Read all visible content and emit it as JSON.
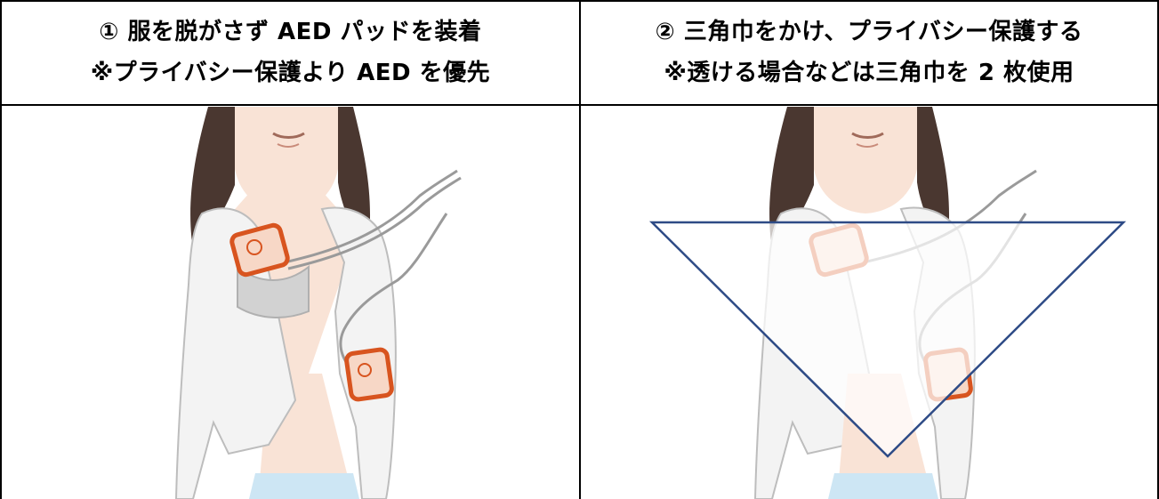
{
  "panels": [
    {
      "title_line1": "① 服を脱がさず AED パッドを装着",
      "title_line2": "※プライバシー保護より AED を優先",
      "image_alt": "pads-applied-illustration"
    },
    {
      "title_line1": "② 三角巾をかけ、プライバシー保護する",
      "title_line2": "※透ける場合などは三角巾を 2 枚使用",
      "image_alt": "triangle-cloth-illustration"
    }
  ],
  "colors": {
    "pad_orange": "#d8541f",
    "cable_gray": "#9a9a9a",
    "skin": "#f9e3d6",
    "hair": "#4a3730",
    "shirt": "#f3f3f3",
    "triangle_stroke": "#2e4b86",
    "pants_blue": "#cde6f4"
  }
}
